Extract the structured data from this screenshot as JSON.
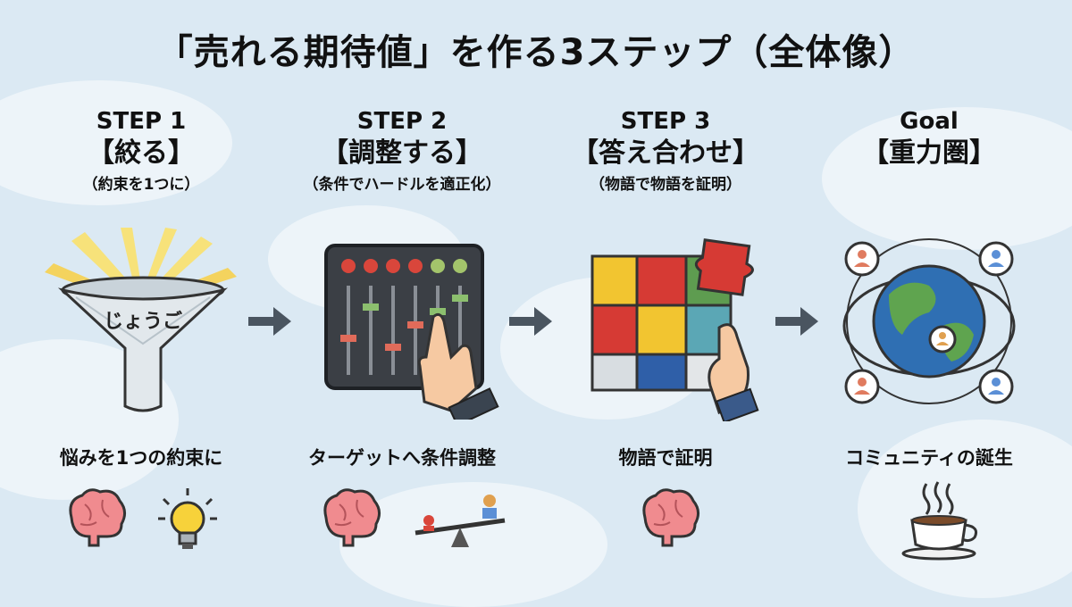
{
  "title": "「売れる期待値」を作る3ステップ（全体像）",
  "steps": [
    {
      "label": "STEP 1",
      "name": "【絞る】",
      "sub": "（約束を1つに）",
      "caption": "悩みを1つの約束に",
      "illus_text": "じょうご"
    },
    {
      "label": "STEP 2",
      "name": "【調整する】",
      "sub": "（条件でハードルを適正化）",
      "caption": "ターゲットへ条件調整"
    },
    {
      "label": "STEP 3",
      "name": "【答え合わせ】",
      "sub": "（物語で物語を証明）",
      "caption": "物語で証明"
    },
    {
      "label": "Goal",
      "name": "【重力圏】",
      "caption": "コミュニティの誕生"
    }
  ],
  "icons": {
    "step1": [
      "funnel-icon",
      "brain-icon",
      "lightbulb-icon"
    ],
    "step2": [
      "mixer-board-icon",
      "brain-icon",
      "seesaw-icon"
    ],
    "step3": [
      "puzzle-icon",
      "brain-icon"
    ],
    "goal": [
      "globe-community-icon",
      "coffee-cup-icon"
    ]
  },
  "colors": {
    "background": "#dbe9f3",
    "arrow": "#4a5560",
    "brain": "#f08b8f",
    "bulb": "#f7d23a",
    "puzzle_red": "#d63a34",
    "puzzle_yellow": "#f2c530",
    "puzzle_blue": "#2f5fa8",
    "puzzle_teal": "#5ba7b5",
    "puzzle_green": "#5e9c50"
  }
}
